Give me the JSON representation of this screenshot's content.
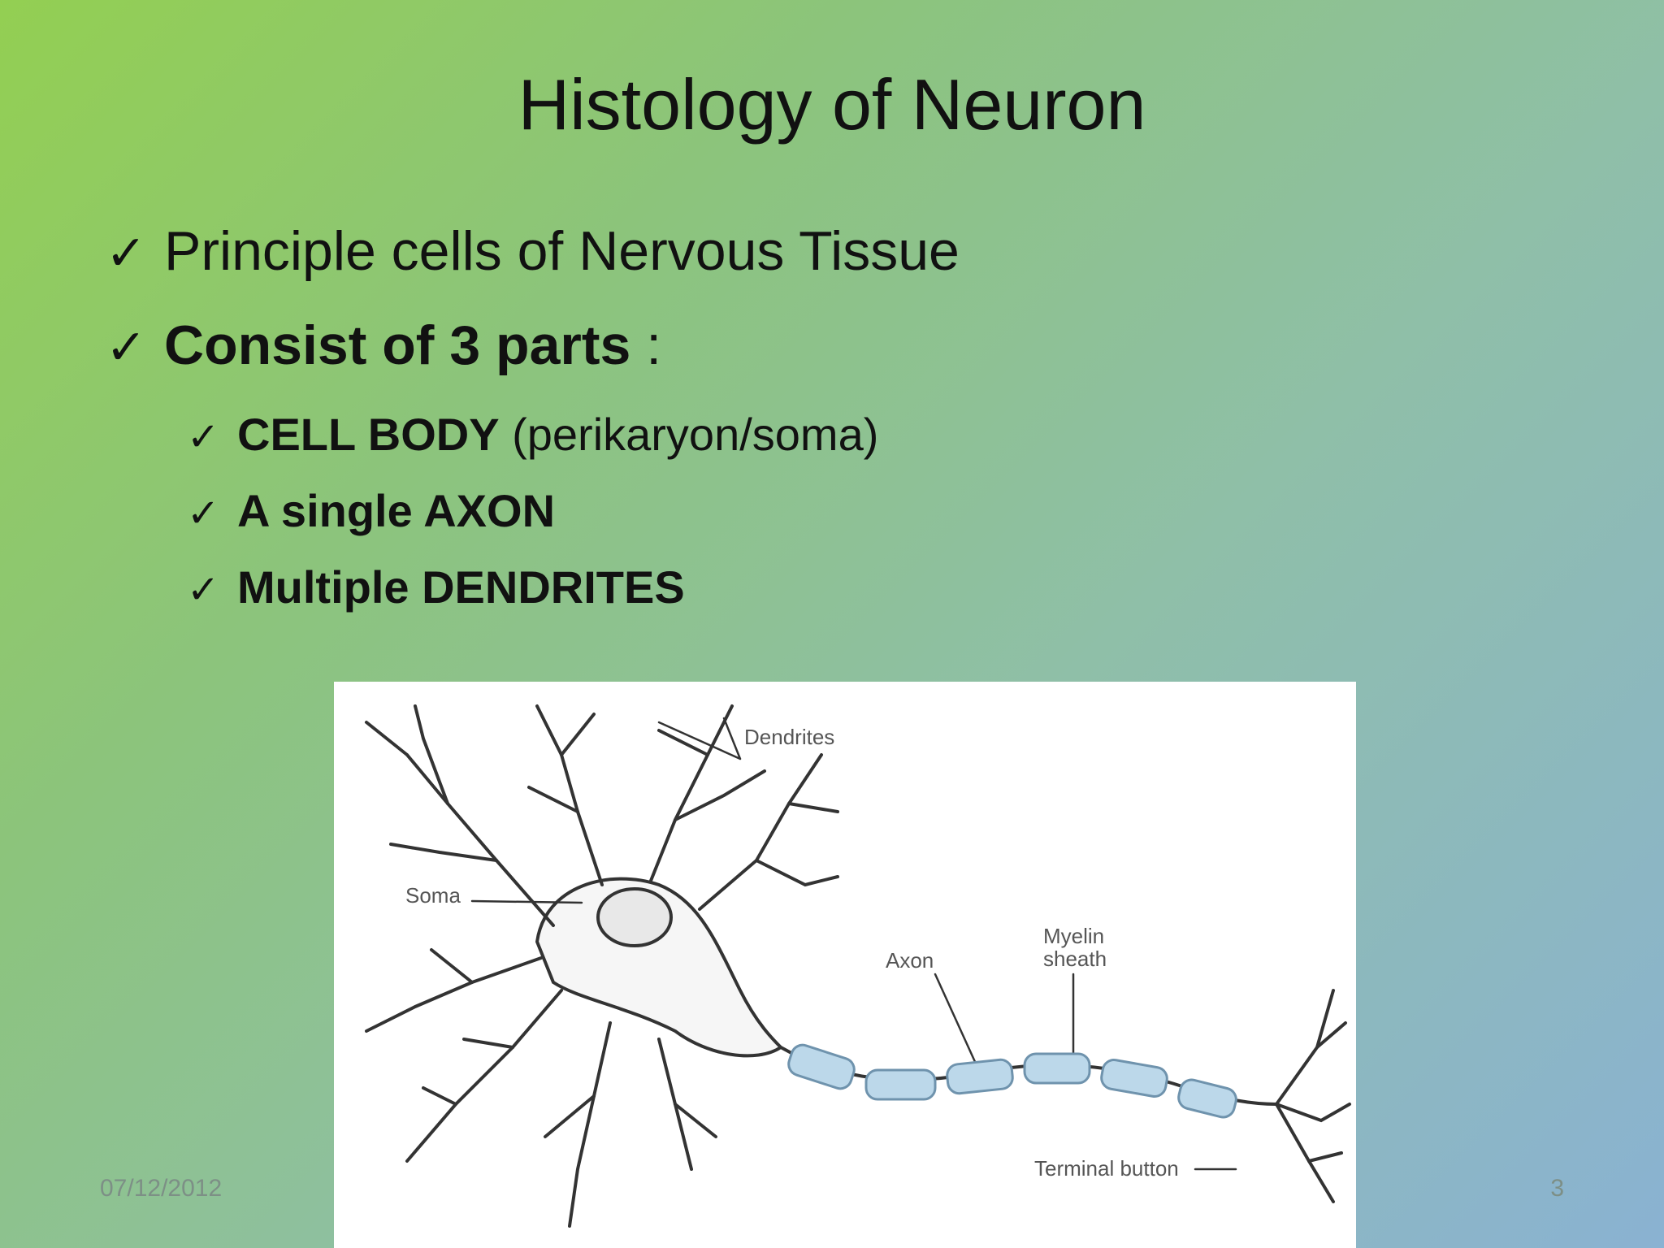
{
  "slide": {
    "title": "Histology of Neuron",
    "check_glyph": "✓",
    "bullets": [
      {
        "text": "Principle cells of Nervous Tissue"
      },
      {
        "bold": "Consist of 3 parts",
        "rest": " :"
      }
    ],
    "sub_bullets": [
      {
        "bold": "CELL BODY",
        "rest": " (perikaryon/soma)"
      },
      {
        "bold": "A single AXON",
        "rest": ""
      },
      {
        "bold": "Multiple DENDRITES",
        "rest": ""
      }
    ],
    "figure": {
      "labels": {
        "dendrites": "Dendrites",
        "soma": "Soma",
        "axon": "Axon",
        "myelin_line1": "Myelin",
        "myelin_line2": "sheath",
        "terminal": "Terminal button"
      },
      "colors": {
        "myelin": "#bcd8ea",
        "line": "#333333"
      }
    },
    "footer": {
      "date": "07/12/2012",
      "page": "3"
    }
  }
}
